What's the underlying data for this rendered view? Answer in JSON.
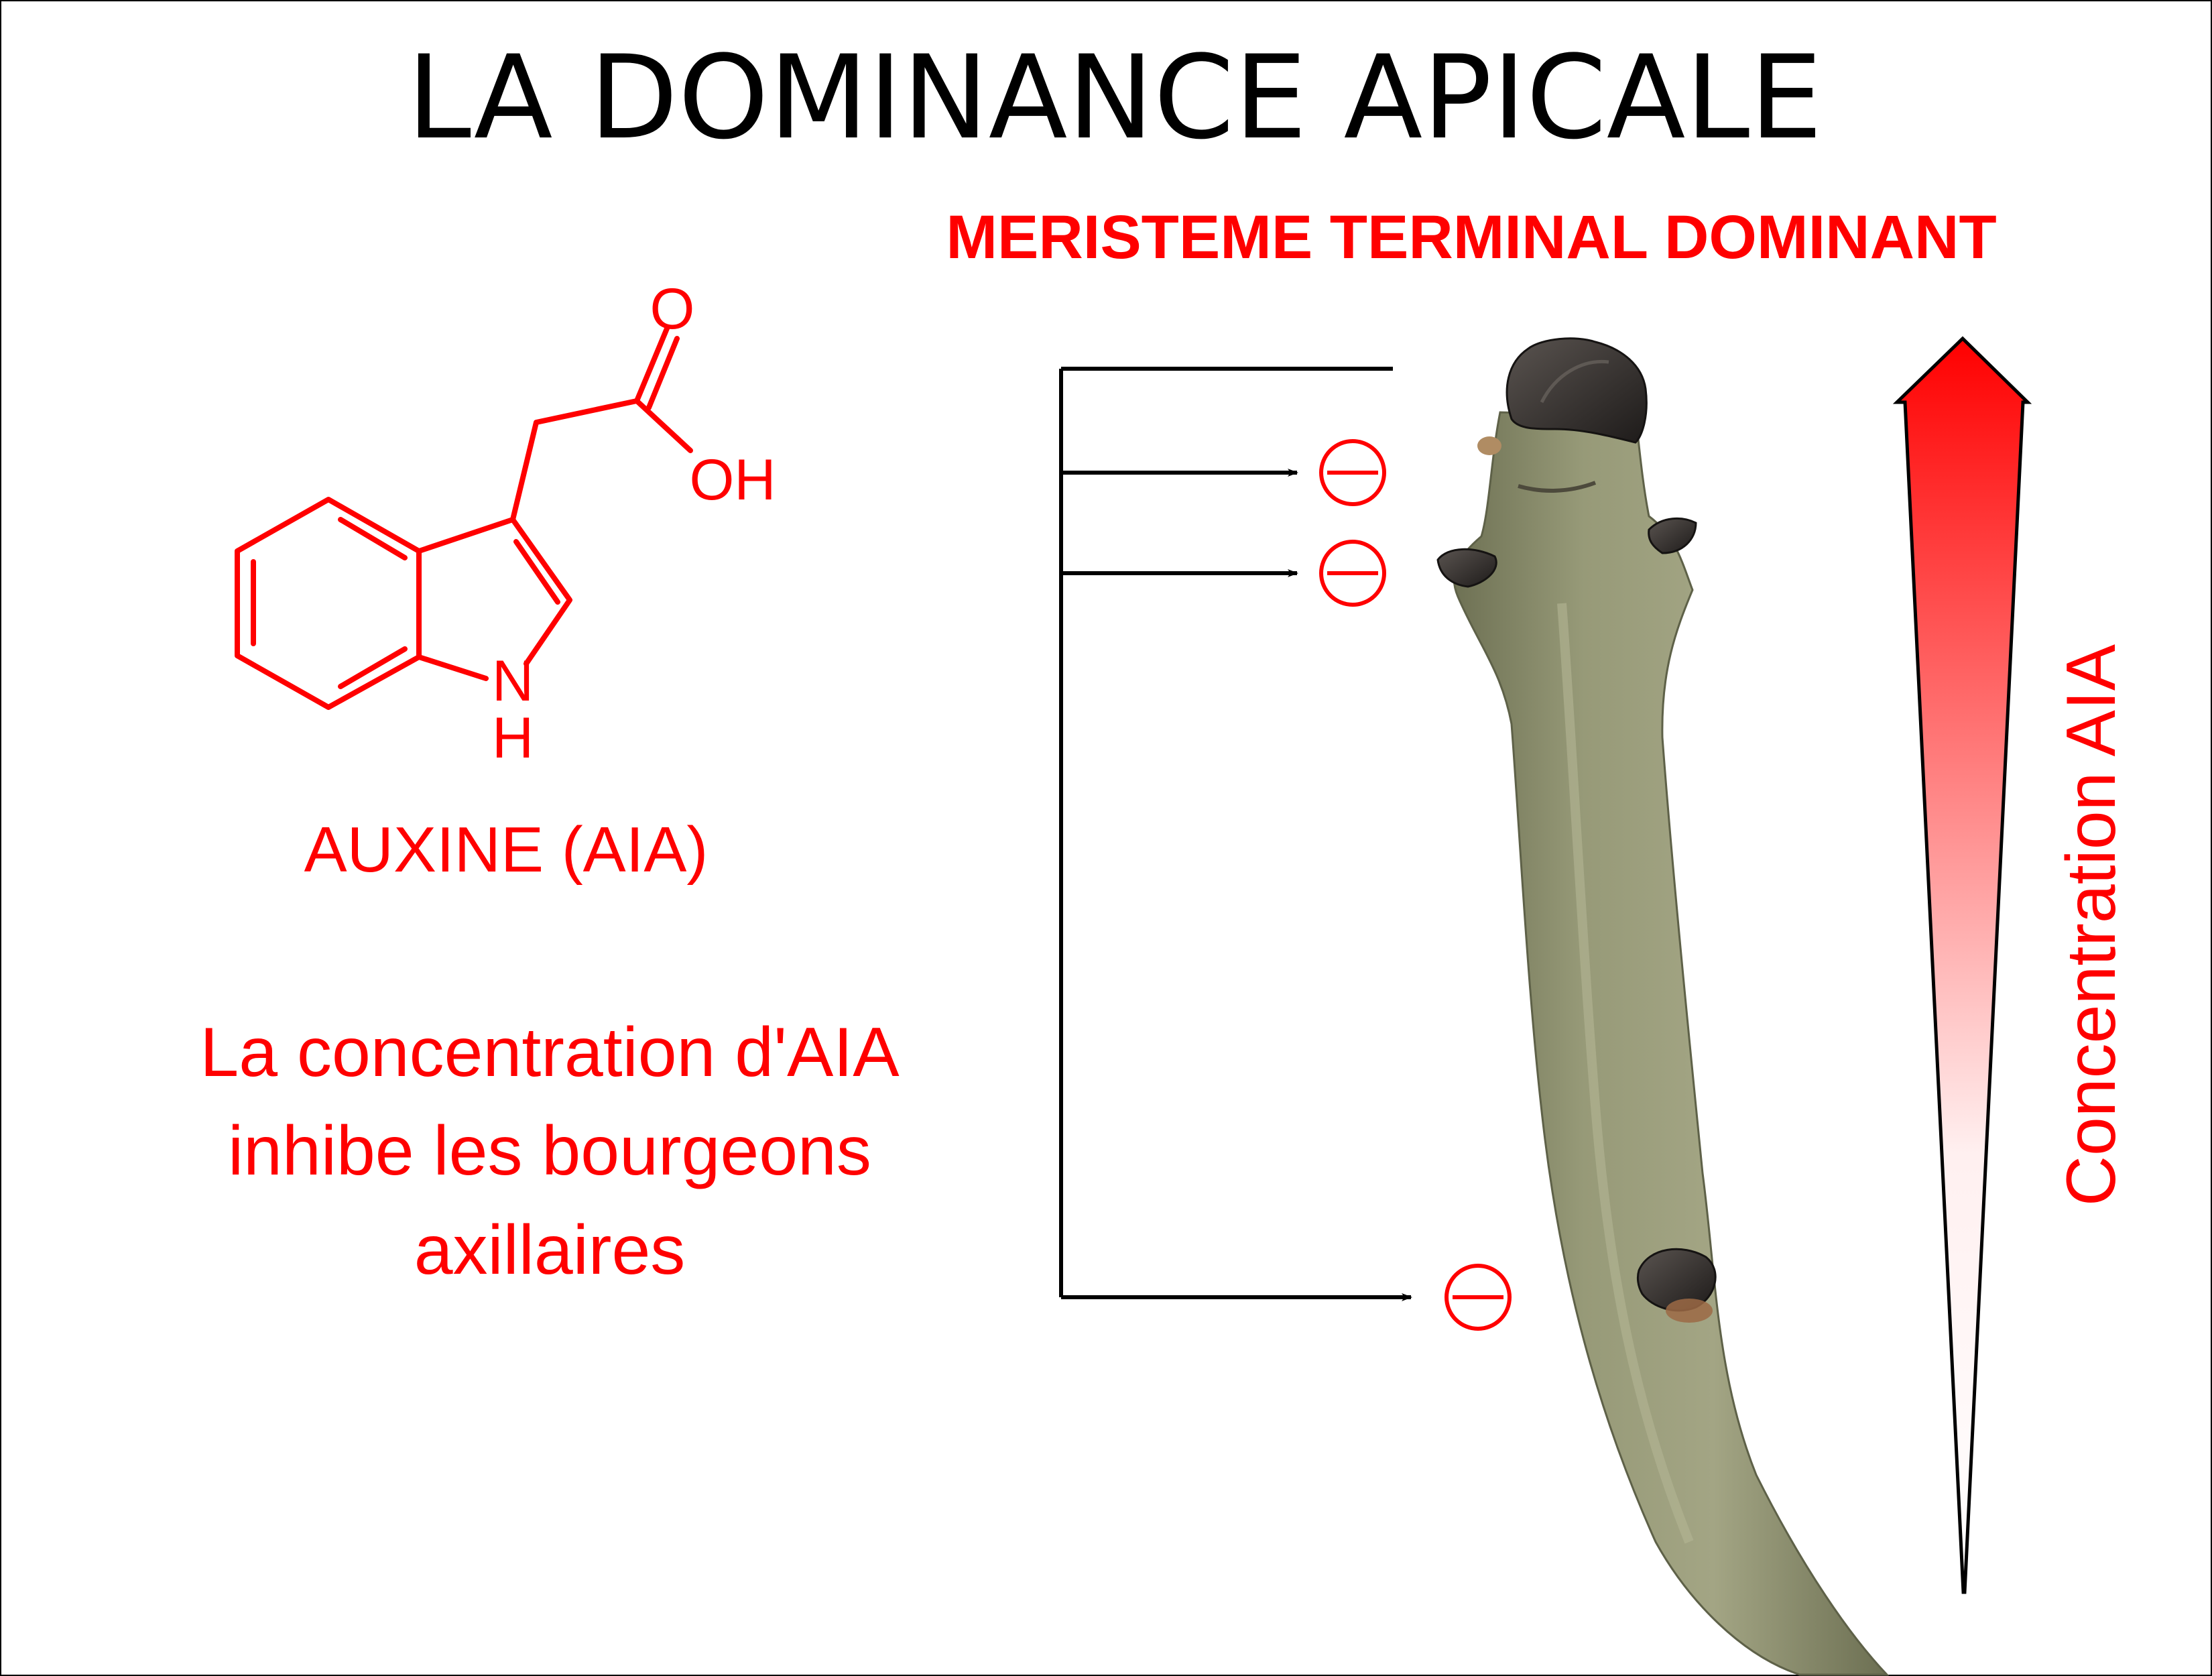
{
  "title": "LA DOMINANCE APICALE",
  "meristem_label": "MERISTEME TERMINAL DOMINANT",
  "molecule": {
    "name_label": "AUXINE (AIA)",
    "atom_o": "O",
    "atom_oh": "OH",
    "atom_n": "N",
    "atom_h": "H"
  },
  "explanation": {
    "line1": "La concentration d'AIA",
    "line2": "inhibe les bourgeons",
    "line3": "axillaires"
  },
  "gradient_label": "Concentration AIA",
  "colors": {
    "accent": "#ff0000",
    "text": "#000000",
    "stem": "#8f9270",
    "bud": "#2f2b29"
  }
}
